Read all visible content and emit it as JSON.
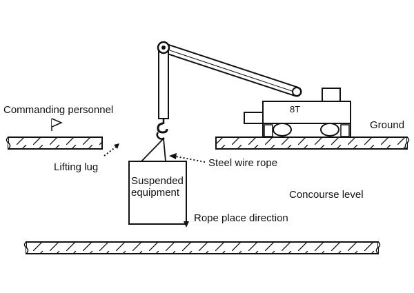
{
  "diagram": {
    "labels": {
      "commanding_personnel": "Commanding personnel",
      "ground": "Ground",
      "crane_capacity": "8T",
      "lifting_lug": "Lifting lug",
      "steel_wire_rope": "Steel wire rope",
      "suspended_equipment_line1": "Suspended",
      "suspended_equipment_line2": "equipment",
      "concourse_level": "Concourse level",
      "rope_place_direction": "Rope place direction"
    },
    "colors": {
      "stroke": "#111111",
      "background": "#ffffff"
    },
    "icons": [
      "flag-icon",
      "crane-hook-icon"
    ]
  }
}
